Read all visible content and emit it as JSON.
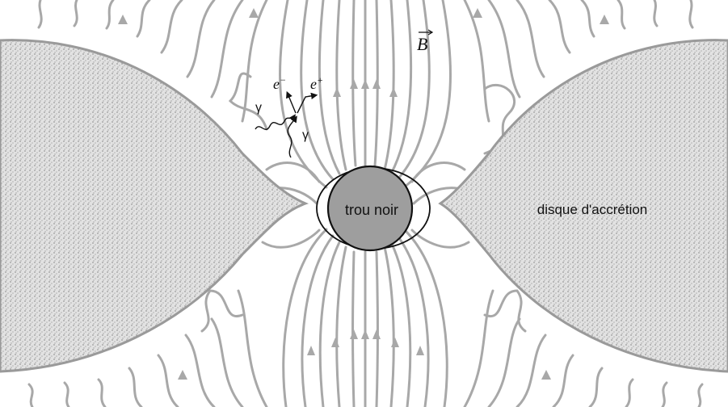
{
  "diagram": {
    "labels": {
      "black_hole": "trou noir",
      "disk": "disque d'accrétion",
      "field": "B",
      "electron": "e",
      "electron_sign": "−",
      "positron": "e",
      "positron_sign": "+",
      "photon_1": "γ",
      "photon_2": "γ"
    },
    "colors": {
      "field_line": "#a8a8a8",
      "disk_fill": "#cfcfcf",
      "disk_edge": "#9a9a9a",
      "black_hole_fill": "#9e9e9e",
      "outline": "#111111",
      "background": "#ffffff"
    },
    "icons": [
      "arrow-vector-icon"
    ]
  }
}
